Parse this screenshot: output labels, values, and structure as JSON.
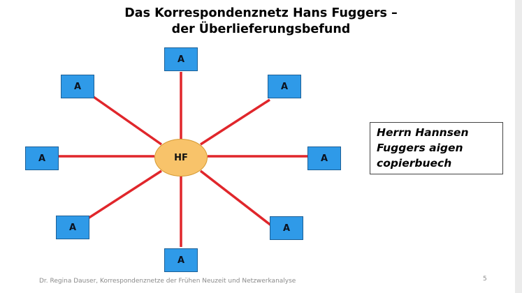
{
  "slide": {
    "title_line1": "Das Korrespondenznetz Hans Fuggers –",
    "title_line2": "der Überlieferungsbefund",
    "footer": "Dr. Regina Dauser, Korrespondenznetze der Frühen Neuzeit und Netzwerkanalyse",
    "page_number": "5"
  },
  "diagram": {
    "hub_label": "HF",
    "node_label": "A",
    "colors": {
      "edge": "#e0262b",
      "node_fill": "#2f9ae8",
      "hub_fill": "#f8c36a"
    }
  },
  "quote_box": {
    "line1": "Herrn Hannsen",
    "line2": "Fuggers aigen",
    "line3": "copierbuech"
  }
}
